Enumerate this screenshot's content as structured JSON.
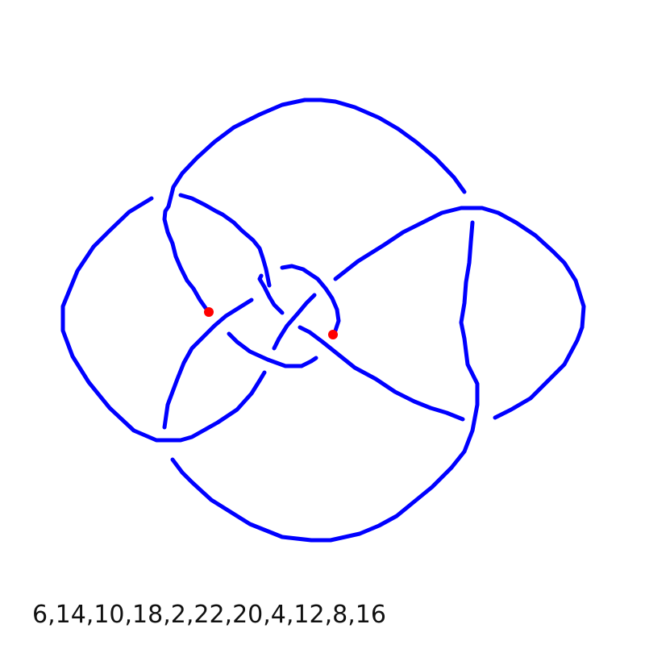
{
  "diagram": {
    "type": "knot-diagram",
    "crossings": 11,
    "strand_color": "#0000ff",
    "marker_color": "#ff0000",
    "marker_count": 2
  },
  "caption": {
    "dt_code": "6,14,10,18,2,22,20,4,12,8,16"
  }
}
